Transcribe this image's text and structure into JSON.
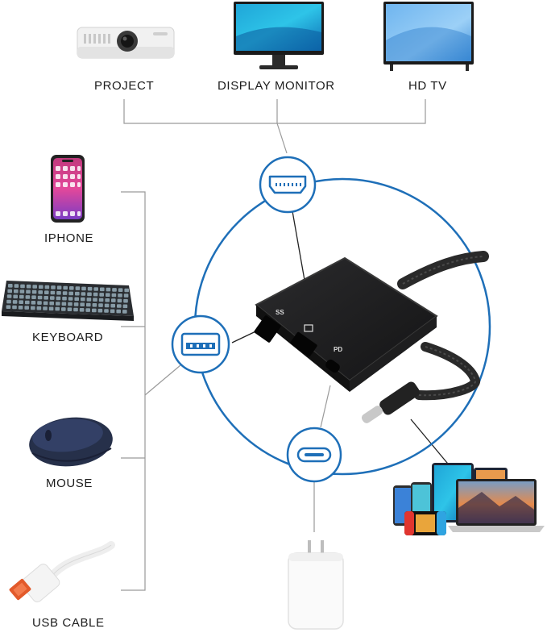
{
  "output_devices": [
    {
      "label": "PROJECT",
      "icon": "projector-icon"
    },
    {
      "label": "DISPLAY MONITOR",
      "icon": "monitor-icon"
    },
    {
      "label": "HD TV",
      "icon": "tv-icon"
    }
  ],
  "input_devices": [
    {
      "label": "IPHONE",
      "icon": "phone-icon"
    },
    {
      "label": "KEYBOARD",
      "icon": "keyboard-icon"
    },
    {
      "label": "MOUSE",
      "icon": "mouse-icon"
    },
    {
      "label": "USB CABLE",
      "icon": "usb-cable-icon"
    }
  ],
  "ports": [
    {
      "name": "HDMI",
      "icon": "hdmi-port-icon"
    },
    {
      "name": "USB-A",
      "icon": "usb-a-port-icon"
    },
    {
      "name": "USB-C",
      "icon": "usb-c-port-icon"
    }
  ],
  "power_device": {
    "icon": "power-adapter-icon"
  },
  "host_devices": {
    "icon": "laptop-tablet-phone-icon"
  },
  "colors": {
    "accent": "#1e6fb8",
    "connector": "#9a9a9a",
    "hub_body": "#1b1b1c",
    "label": "#1c1c1c"
  }
}
